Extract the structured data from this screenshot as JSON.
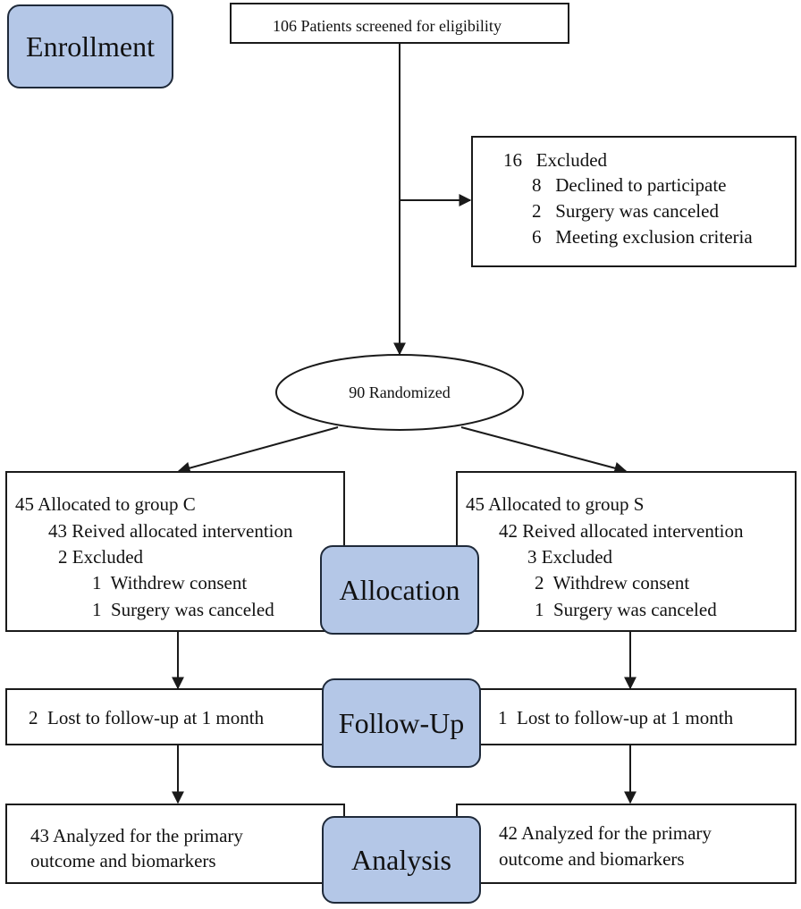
{
  "stages": {
    "enrollment": "Enrollment",
    "allocation": "Allocation",
    "follow_up": "Follow-Up",
    "analysis": "Analysis"
  },
  "screened": "106 Patients screened for eligibility",
  "excluded": {
    "title": "16   Excluded",
    "items": [
      "8   Declined to participate",
      "2   Surgery was canceled",
      "6   Meeting exclusion criteria"
    ]
  },
  "randomized": "90 Randomized",
  "group_c": {
    "allocated": "45 Allocated to group C",
    "received": "43 Reived allocated intervention",
    "excluded": "2 Excluded",
    "reasons": [
      "1  Withdrew consent",
      "1  Surgery was canceled"
    ],
    "lost": "2  Lost to follow-up at 1 month",
    "analyzed": [
      "43 Analyzed for the primary",
      "outcome and biomarkers"
    ]
  },
  "group_s": {
    "allocated": "45 Allocated to group S",
    "received": "42 Reived allocated intervention",
    "excluded": "3 Excluded",
    "reasons": [
      "2  Withdrew consent",
      "1  Surgery was canceled"
    ],
    "lost": "1  Lost to follow-up at 1 month",
    "analyzed": [
      "42 Analyzed for the primary",
      "outcome and biomarkers"
    ]
  },
  "colors": {
    "stage_fill": "#b4c7e7",
    "stage_border": "#1f2a3a",
    "line": "#1a1a1a"
  }
}
